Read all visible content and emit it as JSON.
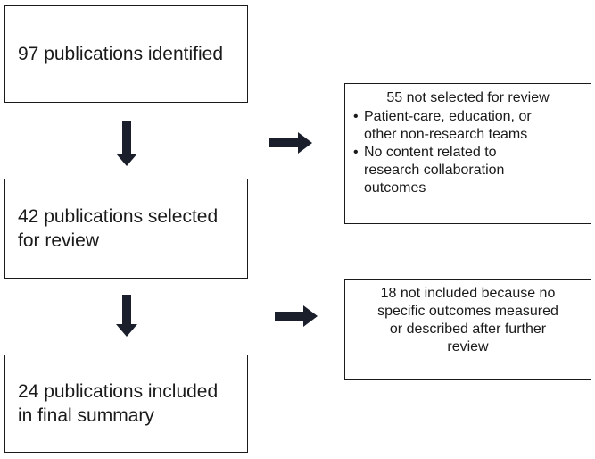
{
  "flow": {
    "identified": {
      "text": "97 publications identified"
    },
    "selected": {
      "line1": "42 publications selected",
      "line2": "for review"
    },
    "included": {
      "line1": "24 publications included",
      "line2": "in final summary"
    }
  },
  "exclusions": {
    "first": {
      "title": "55 not selected for review",
      "reasons": [
        {
          "bullet": "•",
          "line1": "Patient-care, education, or",
          "line2": "other non-research teams"
        },
        {
          "bullet": "•",
          "line1": "No content related to",
          "line2": "research collaboration",
          "line3": "outcomes"
        }
      ]
    },
    "second": {
      "line1": "18 not included because no",
      "line2": "specific outcomes measured",
      "line3": "or described after further",
      "line4": "review"
    }
  },
  "colors": {
    "border": "#1a1a1a",
    "arrow": "#1a1f2b",
    "background": "#ffffff"
  }
}
